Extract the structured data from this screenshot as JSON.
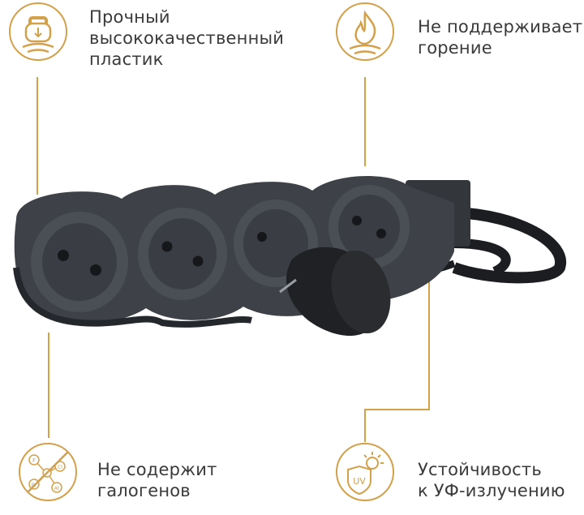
{
  "colors": {
    "accent": "#D4A04A",
    "text": "#3a3a3a",
    "product_body": "#3e4248",
    "product_shadow": "#24272b"
  },
  "features": {
    "top_left": {
      "icon": "kettlebell-icon",
      "lines": [
        "Прочный",
        "высококачественный",
        "пластик"
      ]
    },
    "top_right": {
      "icon": "flame-icon",
      "lines": [
        "Не поддерживает",
        "горение"
      ]
    },
    "bottom_left": {
      "icon": "molecule-crossed-icon",
      "lines": [
        "Не содержит",
        "галогенов"
      ],
      "icon_letters": [
        "F",
        "Cl",
        "Br",
        "At"
      ]
    },
    "bottom_right": {
      "icon": "uv-shield-icon",
      "lines": [
        "Устойчивость",
        "к УФ-излучению"
      ],
      "icon_letters": [
        "UV"
      ]
    }
  }
}
